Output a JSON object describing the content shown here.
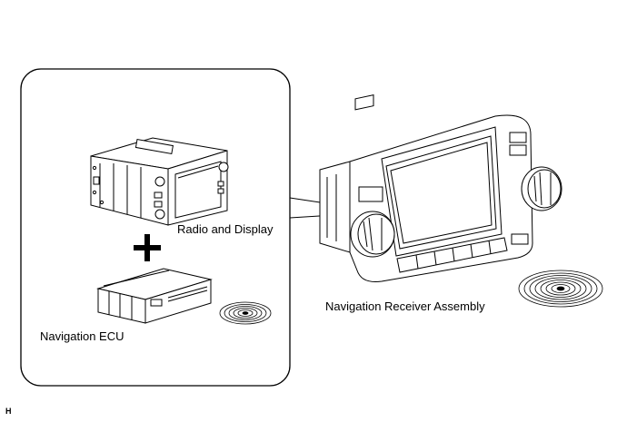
{
  "diagram": {
    "labels": {
      "radio_and_display": "Radio and Display",
      "navigation_ecu": "Navigation ECU",
      "navigation_receiver_assembly": "Navigation Receiver Assembly",
      "figure_code": "H"
    },
    "symbols": {
      "combine": "plus-icon"
    },
    "colors": {
      "line": "#000000",
      "background": "#ffffff"
    }
  }
}
